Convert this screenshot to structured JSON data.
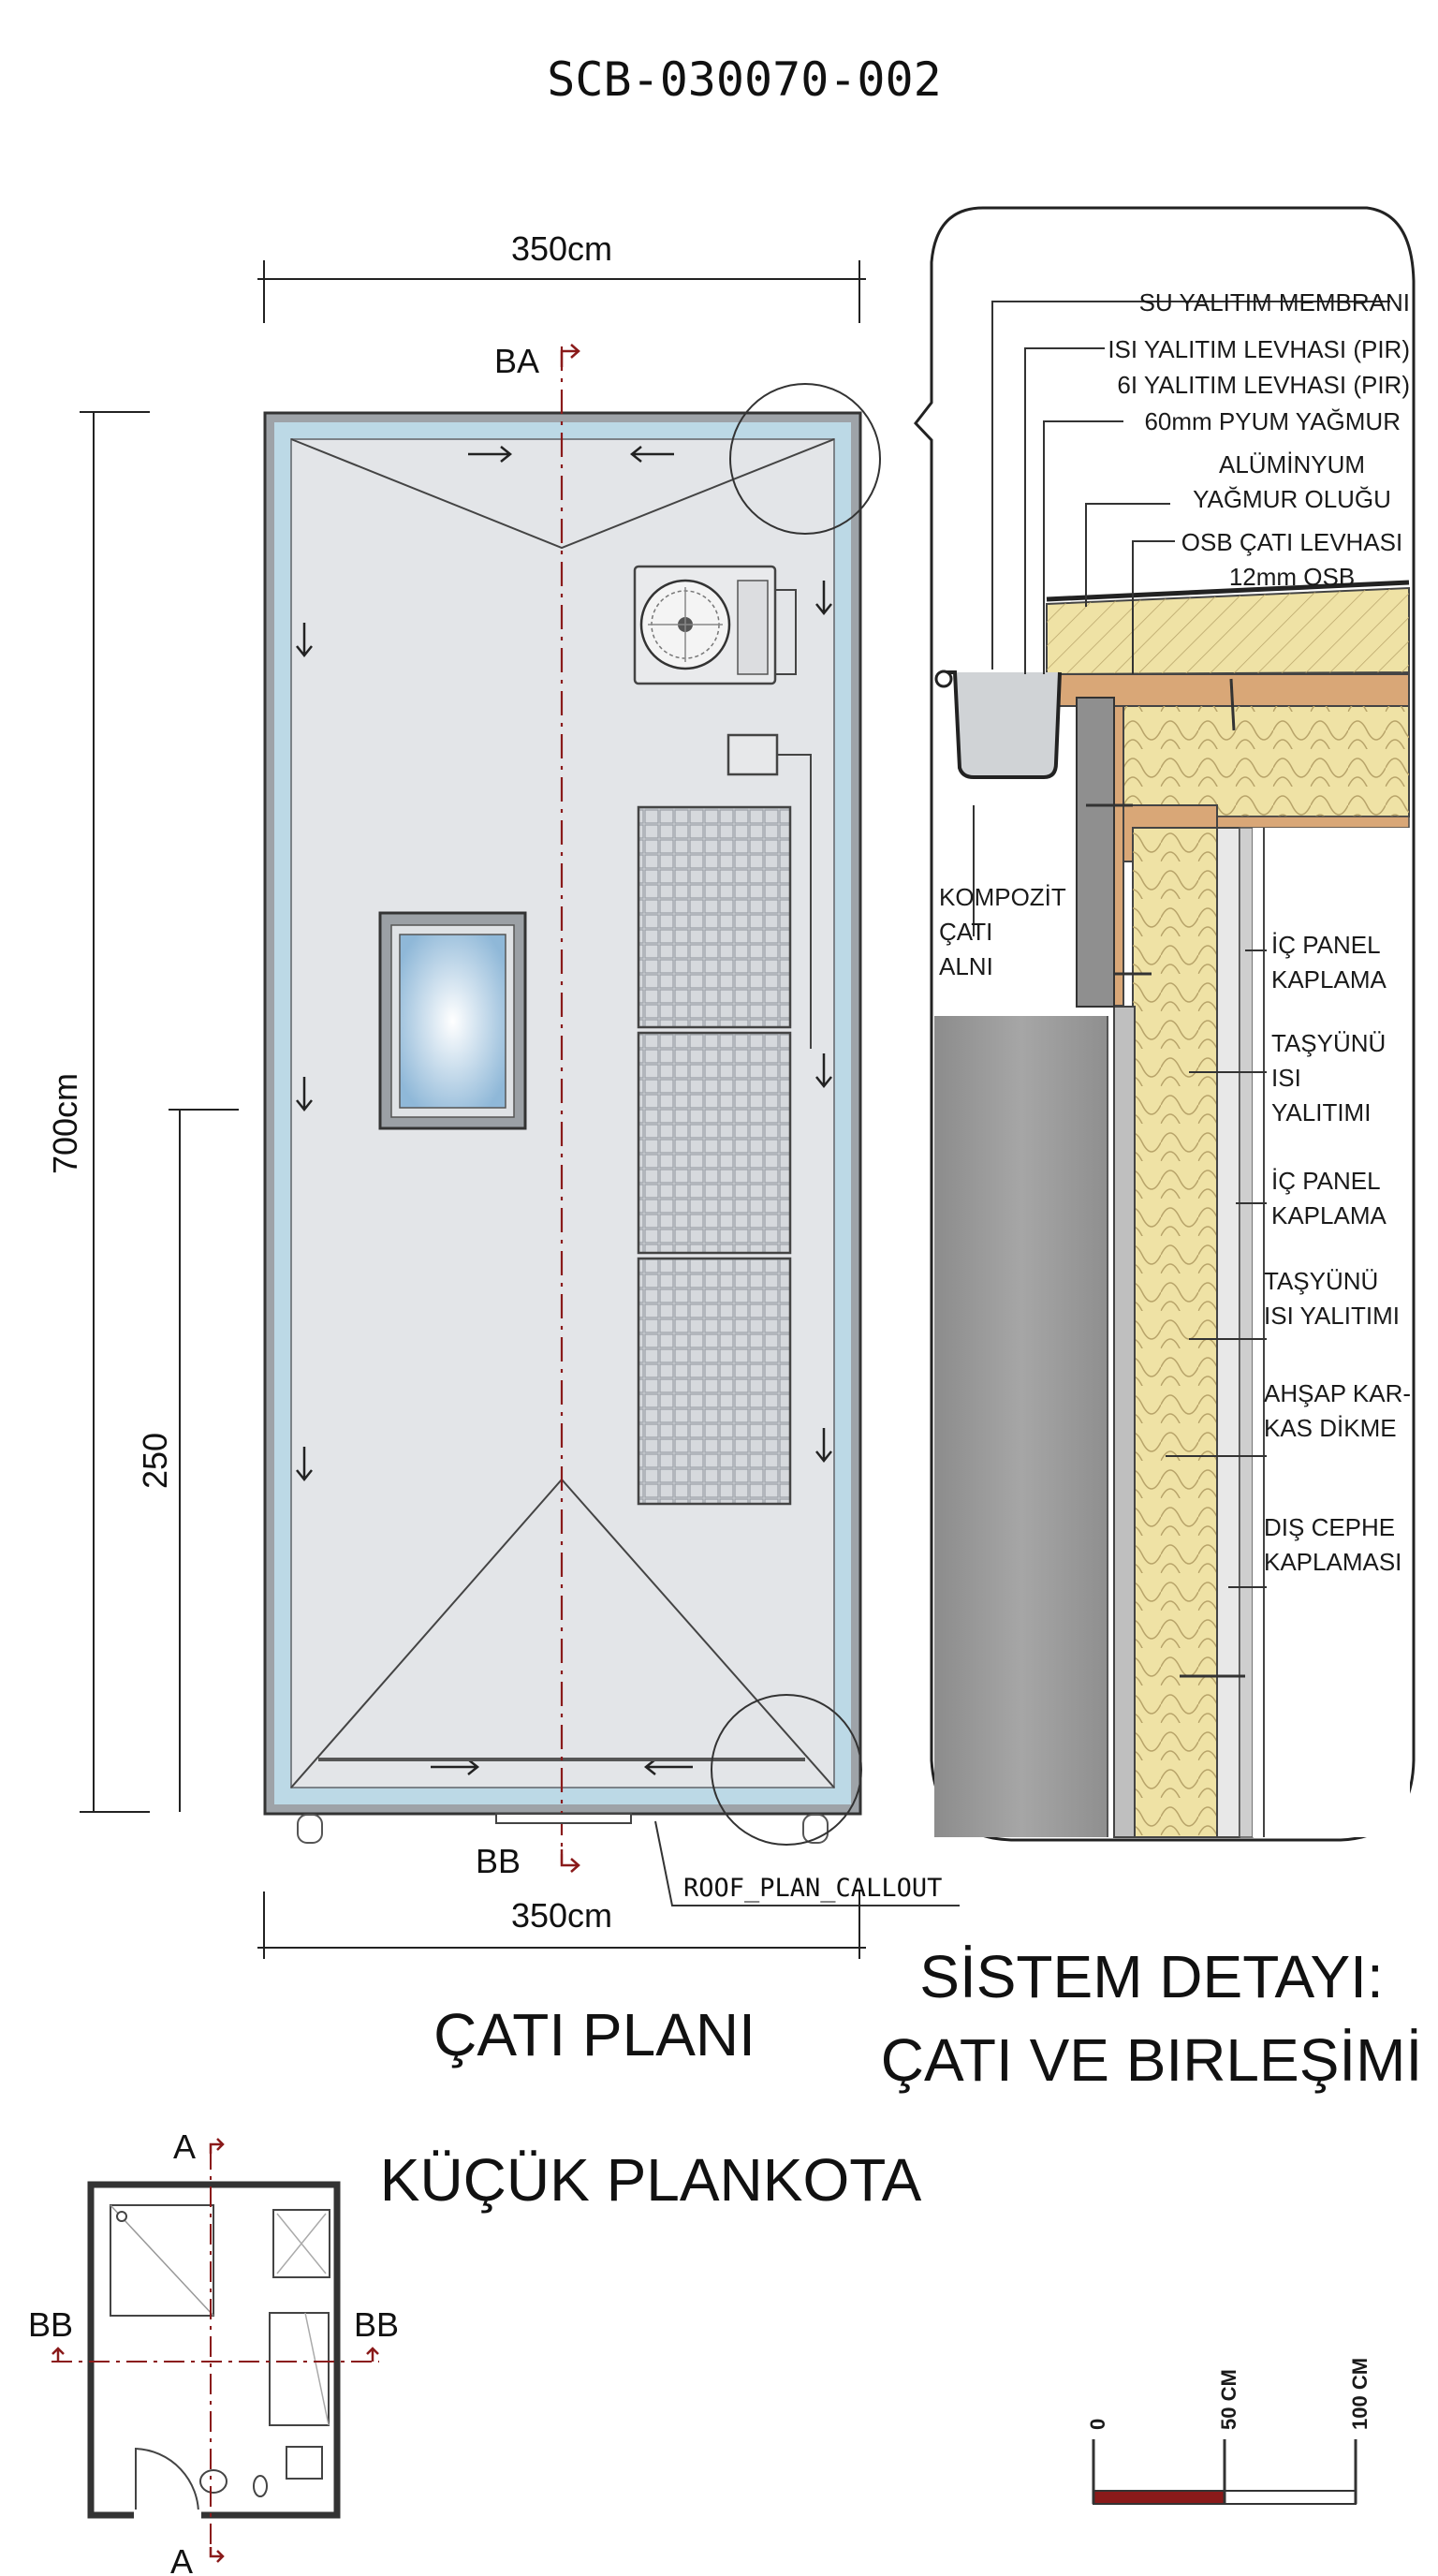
{
  "drawing_code": "SCB-030070-002",
  "roof_plan": {
    "width_top": "350cm",
    "width_bottom": "350cm",
    "length": "700cm",
    "partial": "250",
    "section_top": "BA",
    "section_bottom": "BB",
    "callout": "ROOF_PLAN_CALLOUT",
    "title": "ÇATI PLANI"
  },
  "detail": {
    "labels_top": [
      "SU YALITIM MEMBRANI",
      "ISI YALITIM LEVHASI (PIR)",
      "6I YALITIM LEVHASI (PIR)",
      "60mm PYUM YAĞMUR",
      "ALÜMİNYUM",
      "YAĞMUR OLUĞU",
      "OSB ÇATI LEVHASI",
      "12mm OSB"
    ],
    "fascia": [
      "KOMPOZİT",
      "ÇATI",
      "ALNI"
    ],
    "right_labels": [
      [
        "İÇ PANEL",
        "KAPLAMA"
      ],
      [
        "TAŞYÜNÜ",
        "ISI",
        "YALITIMI"
      ],
      [
        "İÇ PANEL",
        "KAPLAMA"
      ],
      [
        "TAŞYÜNÜ",
        "ISI YALITIMI"
      ],
      [
        "AHŞAP KAR-",
        "KAS DİKME"
      ],
      [
        "DIŞ CEPHE",
        "KAPLAMASI"
      ]
    ],
    "title_line1": "SİSTEM DETAYI:",
    "title_line2": "ÇATI VE BIRLEŞİMİ"
  },
  "key_plan": {
    "title": "KÜÇÜK PLANKOTA",
    "a_top": "A",
    "a_bottom": "A",
    "bb_left": "BB",
    "bb_right": "BB"
  },
  "scale_bar": {
    "tick0": "0",
    "tick1": "50 CM",
    "tick2": "100 CM"
  },
  "colors": {
    "roof_fill": "#e3e5e8",
    "gutter": "#bcd9e6",
    "insulation": "#efe2a5",
    "wood": "#d9a777",
    "wall_grey": "#9a9a9a",
    "section_red": "#8a1a1a"
  }
}
